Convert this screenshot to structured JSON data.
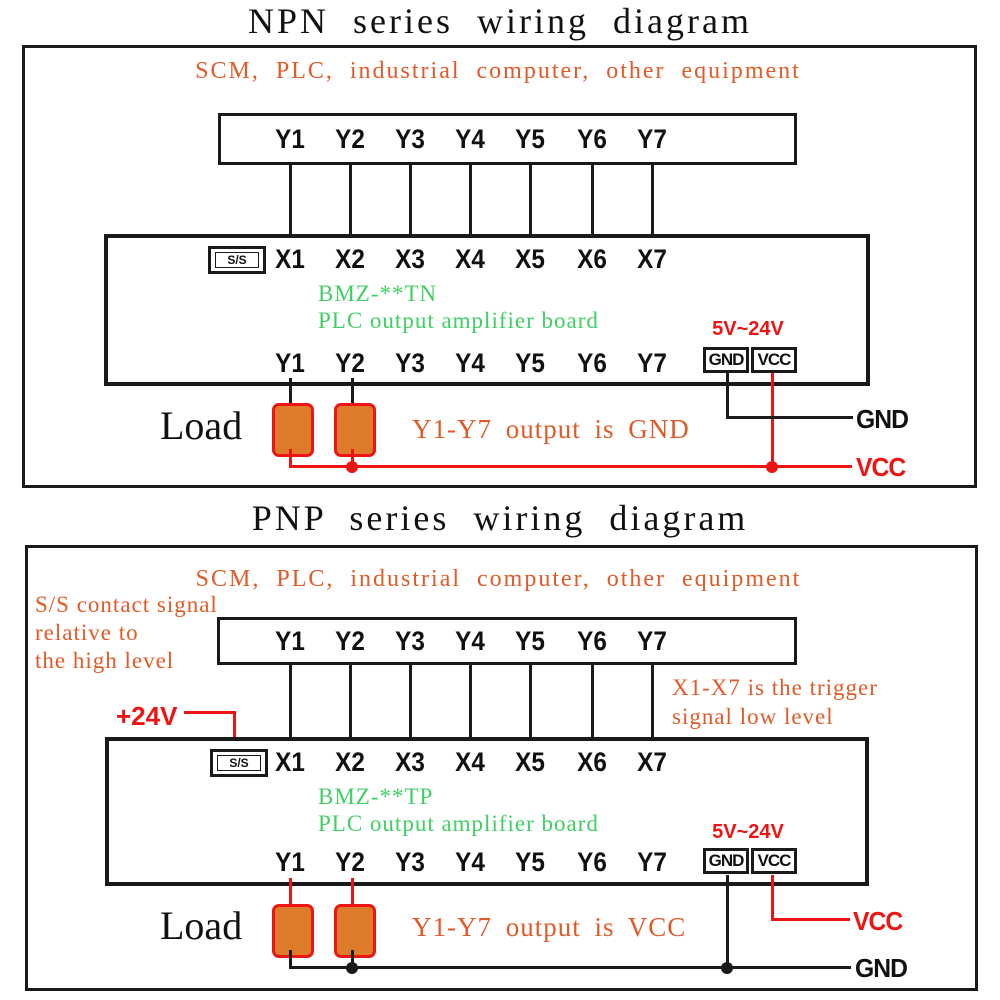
{
  "colors": {
    "wire_black": "#1a1a1a",
    "orange": "#e25a28",
    "red": "#ee1414",
    "green": "#3fcf63",
    "load_fill": "#dd7b2b"
  },
  "npn": {
    "title": "NPN series wiring diagram",
    "equipment_header": "SCM, PLC, industrial computer, other equipment",
    "controller_ports": [
      "Y1",
      "Y2",
      "Y3",
      "Y4",
      "Y5",
      "Y6",
      "Y7"
    ],
    "ss_terminal": "S/S",
    "input_ports": [
      "X1",
      "X2",
      "X3",
      "X4",
      "X5",
      "X6",
      "X7"
    ],
    "board_model": "BMZ-**TN",
    "board_description": "PLC output amplifier board",
    "supply_voltage": "5V~24V",
    "power_terminals": [
      "GND",
      "VCC"
    ],
    "output_ports": [
      "Y1",
      "Y2",
      "Y3",
      "Y4",
      "Y5",
      "Y6",
      "Y7"
    ],
    "load_label": "Load",
    "output_note": "Y1-Y7 output is GND",
    "gnd_label": "GND",
    "vcc_label": "VCC"
  },
  "pnp": {
    "title": "PNP series wiring diagram",
    "equipment_header": "SCM, PLC, industrial computer, other equipment",
    "ss_note_lines": [
      "S/S contact signal",
      "relative to",
      "the high level"
    ],
    "trigger_note_lines": [
      "X1-X7 is the trigger",
      "signal low level"
    ],
    "plus_24v_label": "+24V",
    "controller_ports": [
      "Y1",
      "Y2",
      "Y3",
      "Y4",
      "Y5",
      "Y6",
      "Y7"
    ],
    "ss_terminal": "S/S",
    "input_ports": [
      "X1",
      "X2",
      "X3",
      "X4",
      "X5",
      "X6",
      "X7"
    ],
    "board_model": "BMZ-**TP",
    "board_description": "PLC output amplifier board",
    "supply_voltage": "5V~24V",
    "power_terminals": [
      "GND",
      "VCC"
    ],
    "output_ports": [
      "Y1",
      "Y2",
      "Y3",
      "Y4",
      "Y5",
      "Y6",
      "Y7"
    ],
    "load_label": "Load",
    "output_note": "Y1-Y7 output is VCC",
    "vcc_label": "VCC",
    "gnd_label": "GND"
  }
}
